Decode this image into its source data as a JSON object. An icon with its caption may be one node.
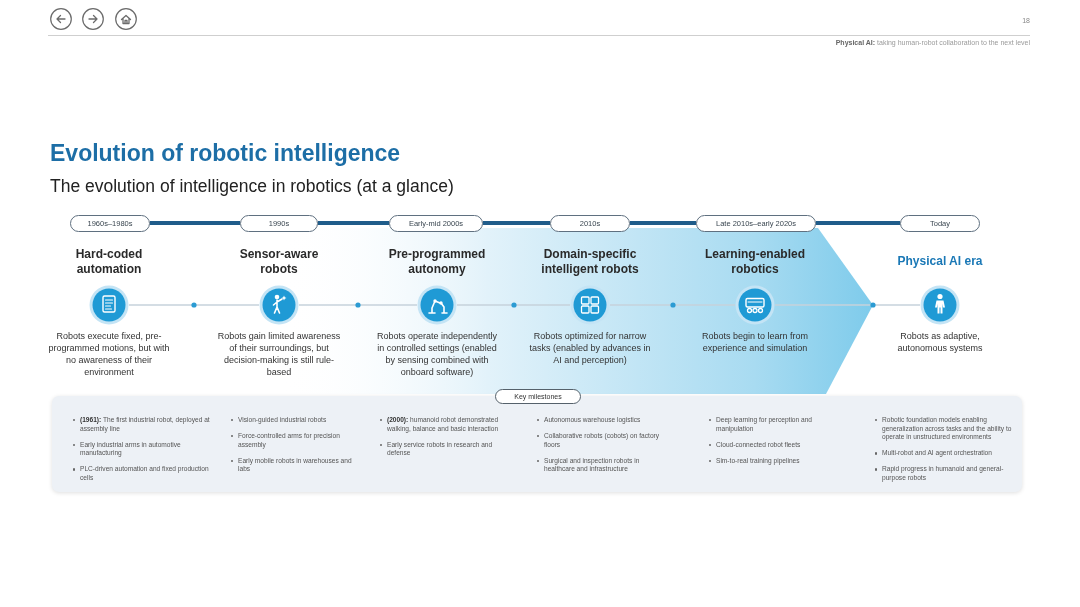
{
  "diagram": {
    "title": "Evolution of robotic intelligence",
    "nodes": [
      {
        "text": [
          "1960s–1980s"
        ]
      },
      {
        "text": [
          "1990s"
        ]
      },
      {
        "text": [
          "Early-mid 2000s"
        ]
      },
      {
        "text": [
          "2010s"
        ]
      },
      {
        "text": [
          "Late 2010s–early 2020s"
        ]
      },
      {
        "text": [
          "Today"
        ]
      },
      {
        "text": [
          "Hard-coded automation"
        ],
        "beside": [
          "Robots execute fixed, pre-programmed motions, but with no awareness of their environment"
        ]
      },
      {
        "text": [
          "Sensor-aware robots"
        ],
        "beside": [
          "Robots gain limited awareness of their surroundings, but decision-making is still rule-based"
        ]
      },
      {
        "text": [
          "Pre-programmed autonomy"
        ],
        "beside": [
          "Robots operate independently in controlled settings (enabled by sensing combined with onboard software)"
        ]
      },
      {
        "text": [
          "Domain-specific intelligent robots"
        ],
        "beside": [
          "Robots optimized for narrow tasks (enabled by advances in AI and perception)"
        ]
      },
      {
        "text": [
          "Learning-enabled robotics"
        ],
        "beside": [
          "Robots begin to learn from experience and simulation"
        ]
      },
      {
        "text": [
          "Physical AI era"
        ],
        "beside": [
          "Robots as adaptive, autonomous systems"
        ]
      },
      {
        "text": [
          "Key milestones",
          "**(1961):** The first industrial robot, deployed at assembly line",
          "Early industrial arms in automotive manufacturing",
          "PLC-driven automation and fixed production cells",
          "Vision-guided industrial robots",
          "Force-controlled arms for precision assembly",
          "Early mobile robots in warehouses and labs",
          "**(2000):** humanoid robot demonstrated walking, balance and basic interaction",
          "Early service robots in research and defense",
          "Autonomous warehouse logistics",
          "Collaborative robots (cobots) on factory floors",
          "Surgical and inspection robots in healthcare and infrastructure",
          "Deep learning for perception and manipulation",
          "Cloud-connected robot fleets",
          "Sim-to-real training pipelines",
          "Robotic foundation models enabling generalization across tasks and the ability to operate in unstructured environments",
          "Multi-robot and AI agent orchestration",
          "Rapid progress in humanoid and general-purpose robots"
        ]
      }
    ],
    "edges": [
      {
        "from": 0,
        "to": 1,
        "arrow": "none",
        "style": "thick",
        "color": "#1f5c8a"
      },
      {
        "from": 1,
        "to": 2,
        "arrow": "none",
        "style": "thick",
        "color": "#1f5c8a"
      },
      {
        "from": 2,
        "to": 3,
        "arrow": "none",
        "style": "thick",
        "color": "#1f5c8a"
      },
      {
        "from": 3,
        "to": 4,
        "arrow": "none",
        "style": "thick",
        "color": "#1f5c8a"
      },
      {
        "from": 4,
        "to": 5,
        "arrow": "none",
        "style": "thick",
        "color": "#1f5c8a"
      },
      {
        "from": 6,
        "to": 7,
        "arrow": "none",
        "color": "#c6d2db"
      },
      {
        "from": 7,
        "to": 8,
        "arrow": "none",
        "color": "#c6d2db"
      },
      {
        "from": 8,
        "to": 9,
        "arrow": "none",
        "color": "#c6d2db"
      },
      {
        "from": 9,
        "to": 10,
        "arrow": "none",
        "color": "#c6d2db"
      },
      {
        "from": 10,
        "to": 11,
        "arrow": "none",
        "color": "#c6d2db"
      }
    ],
    "labels": [
      "18",
      "**Physical AI:** taking human-robot collaboration to the next level",
      "The evolution of intelligence in robotics (at a glance)"
    ]
  }
}
